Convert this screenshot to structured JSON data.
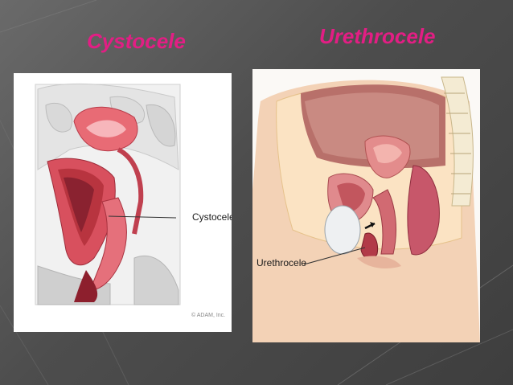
{
  "slide": {
    "left_title": "Cystocele",
    "right_title": "Urethrocele"
  },
  "left_figure": {
    "label": "Cystocele",
    "copyright": "© ADAM, Inc."
  },
  "right_figure": {
    "label": "Urethrocele"
  },
  "colors": {
    "title": "#e21e84",
    "background": "#555555",
    "panel": "#ffffff"
  }
}
